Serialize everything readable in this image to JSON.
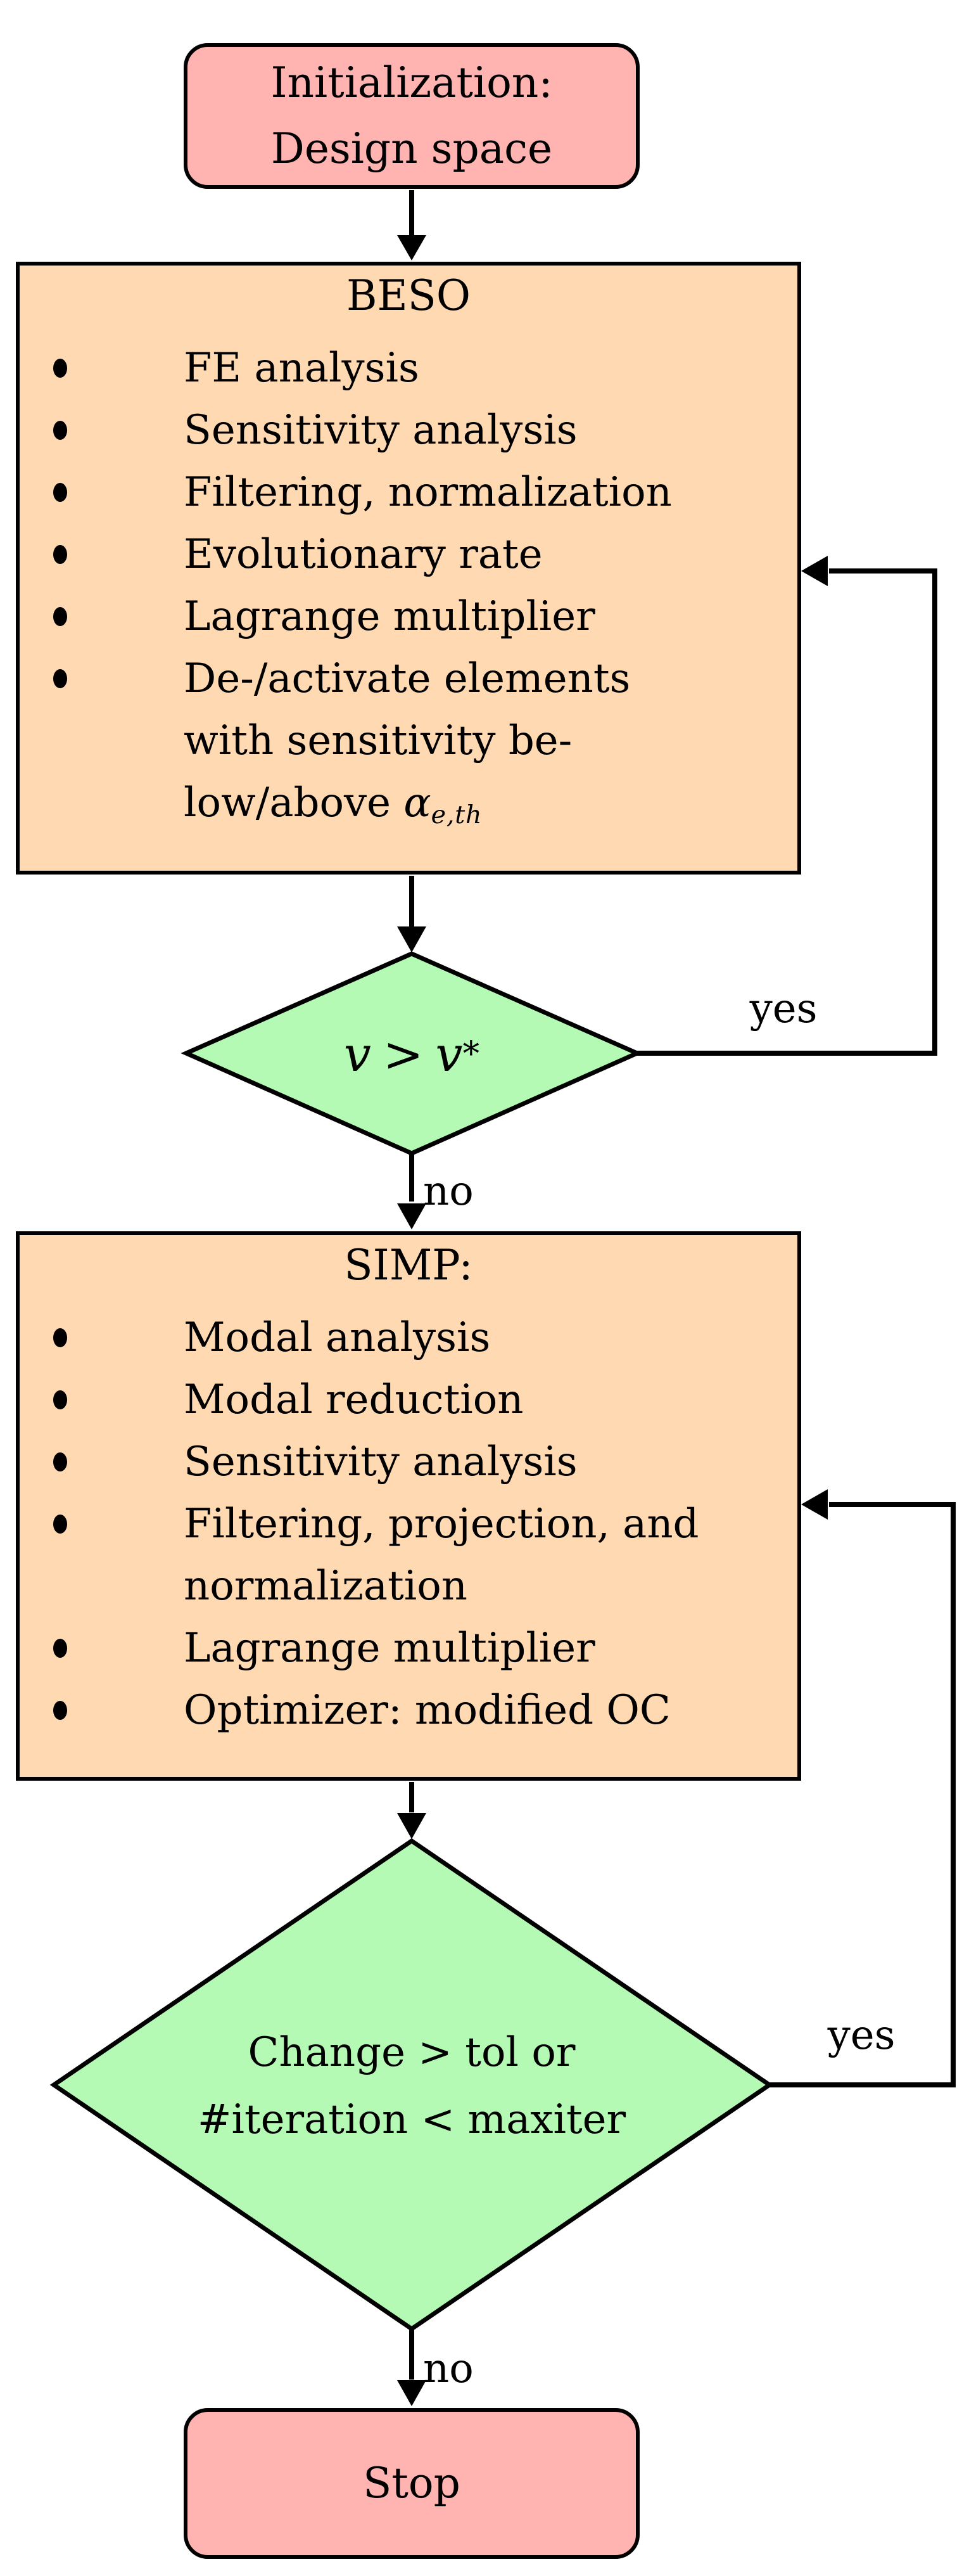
{
  "colors": {
    "background": "#ffffff",
    "terminal_fill": "#ffb4b1",
    "process_fill": "#fed9b1",
    "decision_fill": "#b4fab5",
    "line": "#000000"
  },
  "nodes": {
    "start": {
      "lines": [
        "Initialization:",
        "Design space"
      ]
    },
    "beso": {
      "title": "BESO",
      "items": [
        {
          "text": "FE analysis"
        },
        {
          "text": "Sensitivity analysis"
        },
        {
          "text": "Filtering, normalization"
        },
        {
          "text": "Evolutionary rate"
        },
        {
          "text": "Lagrange multiplier"
        },
        {
          "text": "De-/activate elements",
          "cont": [
            "with sensitivity be-",
            "low/above "
          ],
          "math": {
            "symbol": "α",
            "subscript": "e,th"
          }
        }
      ]
    },
    "decision1": {
      "expr": {
        "lhs": "v",
        "op": ">",
        "rhs": "v",
        "sup": "*"
      }
    },
    "simp": {
      "title": "SIMP:",
      "items": [
        {
          "text": "Modal analysis"
        },
        {
          "text": "Modal reduction"
        },
        {
          "text": "Sensitivity analysis"
        },
        {
          "text": "Filtering, projection, and",
          "cont": [
            "normalization"
          ]
        },
        {
          "text": "Lagrange multiplier"
        },
        {
          "text": "Optimizer: modified OC"
        }
      ]
    },
    "decision2": {
      "lines": [
        "Change > tol or",
        "#iteration < maxiter"
      ]
    },
    "stop": {
      "label": "Stop"
    }
  },
  "edge_labels": {
    "yes1": "yes",
    "no1": "no",
    "yes2": "yes",
    "no2": "no"
  }
}
